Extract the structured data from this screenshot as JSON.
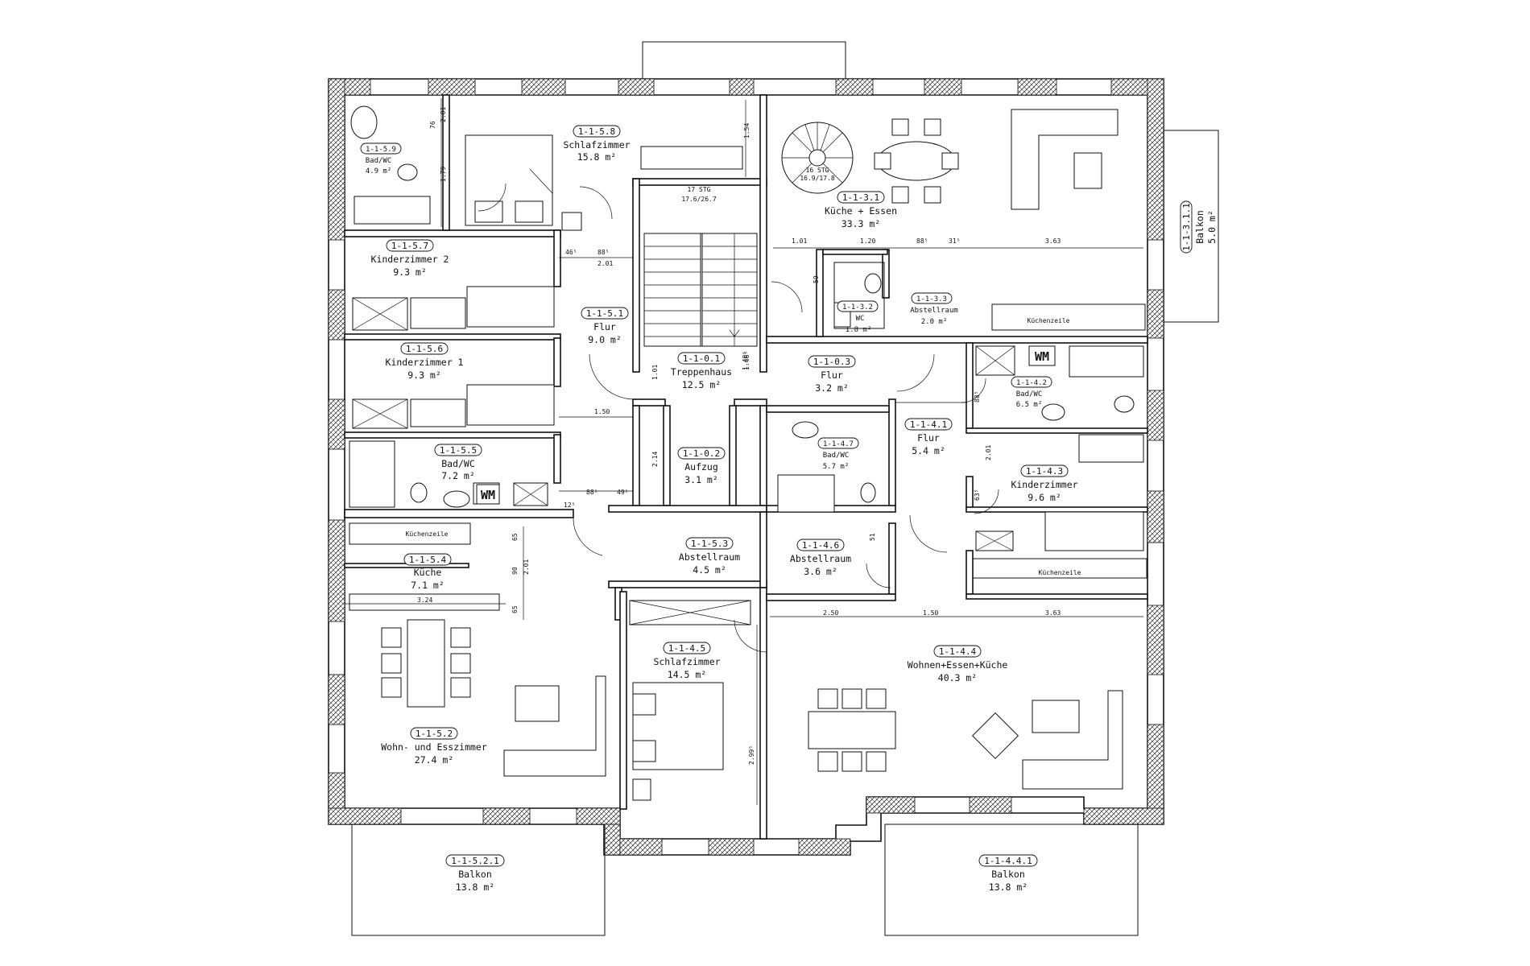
{
  "rooms": [
    {
      "id": "1-1-5.8",
      "name": "Schlafzimmer",
      "area": "15.8 m²"
    },
    {
      "id": "1-1-5.9",
      "name": "Bad/WC",
      "area": "4.9 m²"
    },
    {
      "id": "1-1-5.7",
      "name": "Kinderzimmer 2",
      "area": "9.3 m²"
    },
    {
      "id": "1-1-5.6",
      "name": "Kinderzimmer 1",
      "area": "9.3 m²"
    },
    {
      "id": "1-1-5.5",
      "name": "Bad/WC",
      "area": "7.2 m²"
    },
    {
      "id": "1-1-5.1",
      "name": "Flur",
      "area": "9.0 m²"
    },
    {
      "id": "1-1-5.4",
      "name": "Küche",
      "area": "7.1 m²"
    },
    {
      "id": "1-1-5.2",
      "name": "Wohn- und Esszimmer",
      "area": "27.4 m²"
    },
    {
      "id": "1-1-5.2.1",
      "name": "Balkon",
      "area": "13.8 m²"
    },
    {
      "id": "1-1-0.1",
      "name": "Treppenhaus",
      "area": "12.5 m²"
    },
    {
      "id": "1-1-0.2",
      "name": "Aufzug",
      "area": "3.1 m²"
    },
    {
      "id": "1-1-5.3",
      "name": "Abstellraum",
      "area": "4.5 m²"
    },
    {
      "id": "1-1-4.5",
      "name": "Schlafzimmer",
      "area": "14.5 m²"
    },
    {
      "id": "1-1-3.1",
      "name": "Küche + Essen",
      "area": "33.3 m²"
    },
    {
      "id": "1-1-3.2",
      "name": "WC",
      "area": "1.8 m²"
    },
    {
      "id": "1-1-3.3",
      "name": "Abstellraum",
      "area": "2.0 m²"
    },
    {
      "id": "1-1-3.1.1",
      "name": "Balkon",
      "area": "5.0 m²"
    },
    {
      "id": "1-1-0.3",
      "name": "Flur",
      "area": "3.2 m²"
    },
    {
      "id": "1-1-4.7",
      "name": "Bad/WC",
      "area": "5.7 m²"
    },
    {
      "id": "1-1-4.1",
      "name": "Flur",
      "area": "5.4 m²"
    },
    {
      "id": "1-1-4.2",
      "name": "Bad/WC",
      "area": "6.5 m²"
    },
    {
      "id": "1-1-4.3",
      "name": "Kinderzimmer",
      "area": "9.6 m²"
    },
    {
      "id": "1-1-4.6",
      "name": "Abstellraum",
      "area": "3.6 m²"
    },
    {
      "id": "1-1-4.4",
      "name": "Wohnen+Essen+Küche",
      "area": "40.3 m²"
    },
    {
      "id": "1-1-4.4.1",
      "name": "Balkon",
      "area": "13.8 m²"
    }
  ],
  "labels": {
    "kuechenzeile": "Küchenzeile",
    "wm": "WM",
    "stairs_count": "17 STG",
    "stairs_ratio": "17.6/26.7",
    "spiral_stairs": "16 STG",
    "spiral_ratio": "16.9/17.8"
  },
  "dims": [
    "2.01",
    "76",
    "1.79",
    "1.54",
    "46⁵",
    "88⁵",
    "2.01",
    "1.50",
    "1.01",
    "1.20",
    "88⁵",
    "31⁵",
    "3.63",
    "3.24",
    "1.40⁵",
    "90",
    "2.01",
    "65",
    "65",
    "2.50",
    "1.50",
    "3.63",
    "2.99⁵",
    "1.01",
    "2.14",
    "1.46⁵",
    "88⁵",
    "49⁵",
    "12⁵",
    "59",
    "88⁵",
    "63⁵",
    "2.01",
    "51"
  ]
}
